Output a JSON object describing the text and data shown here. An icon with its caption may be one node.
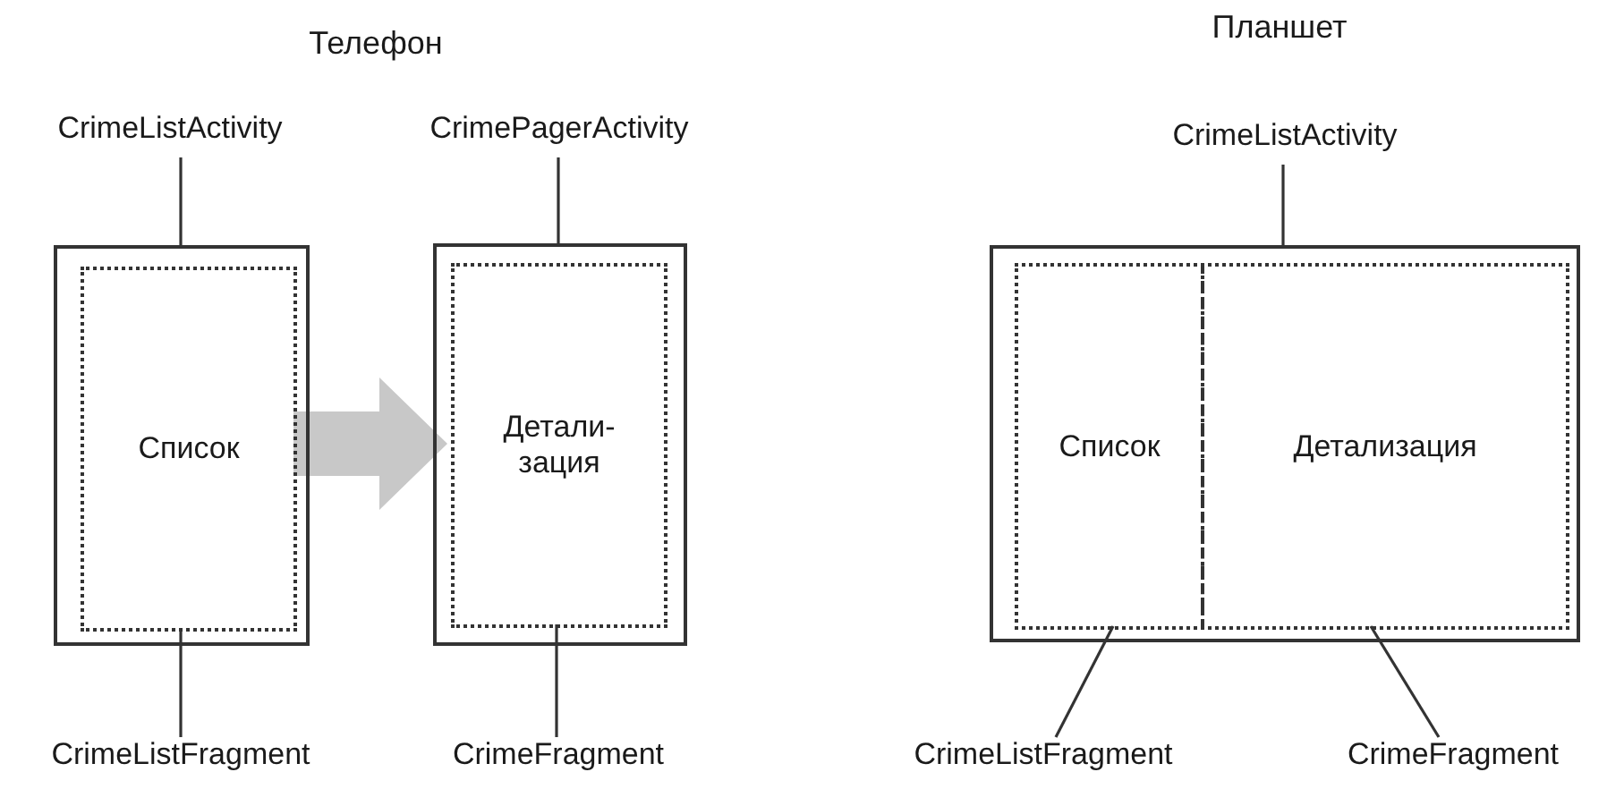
{
  "diagram": {
    "nodes": [
      {
        "text": [
          "CrimeListActivity"
        ]
      },
      {
        "text": [
          "CrimePagerActivity"
        ]
      },
      {
        "text": [],
        "shape": "box"
      },
      {
        "text": [
          "Список"
        ],
        "in": 2
      },
      {
        "text": [],
        "shape": "box"
      },
      {
        "text": [
          "Детали- зация"
        ],
        "in": 4
      },
      {
        "text": [
          "CrimeListFragment"
        ]
      },
      {
        "text": [
          "CrimeFragment"
        ]
      },
      {
        "text": [
          "CrimeListActivity"
        ]
      },
      {
        "text": [],
        "shape": "box"
      },
      {
        "text": [
          "Список"
        ],
        "in": 9
      },
      {
        "text": [
          "Детализация"
        ],
        "in": 9
      },
      {
        "text": [
          "CrimeListFragment"
        ]
      },
      {
        "text": [
          "CrimeFragment"
        ]
      }
    ],
    "edges": [
      {
        "from": 0,
        "to": 2,
        "arrow": "none"
      },
      {
        "from": 1,
        "to": 4,
        "arrow": "none"
      },
      {
        "from": 6,
        "to": 3,
        "arrow": "none"
      },
      {
        "from": 7,
        "to": 5,
        "arrow": "none"
      },
      {
        "from": 3,
        "to": 5,
        "arrow": "to",
        "style": "thick",
        "color": "#c8c8c8"
      },
      {
        "from": 8,
        "to": 9,
        "arrow": "none"
      },
      {
        "from": 12,
        "to": 10,
        "arrow": "none"
      },
      {
        "from": 13,
        "to": 11,
        "arrow": "none"
      }
    ],
    "labels": [
      "Телефон",
      "Планшет"
    ]
  }
}
